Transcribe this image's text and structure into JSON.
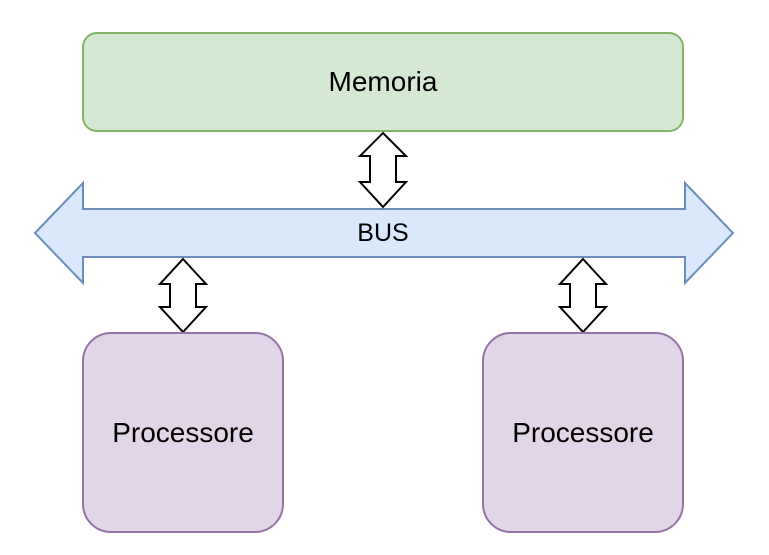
{
  "diagram": {
    "memory": {
      "label": "Memoria",
      "fill": "#d5e8d4",
      "stroke": "#82b366"
    },
    "bus": {
      "label": "BUS",
      "fill": "#dae8fc",
      "stroke": "#6c8ebf"
    },
    "processors": [
      {
        "label": "Processore",
        "fill": "#e1d5e7",
        "stroke": "#9673a6"
      },
      {
        "label": "Processore",
        "fill": "#e1d5e7",
        "stroke": "#9673a6"
      }
    ],
    "connector": {
      "fill": "#ffffff",
      "stroke": "#000000"
    }
  }
}
